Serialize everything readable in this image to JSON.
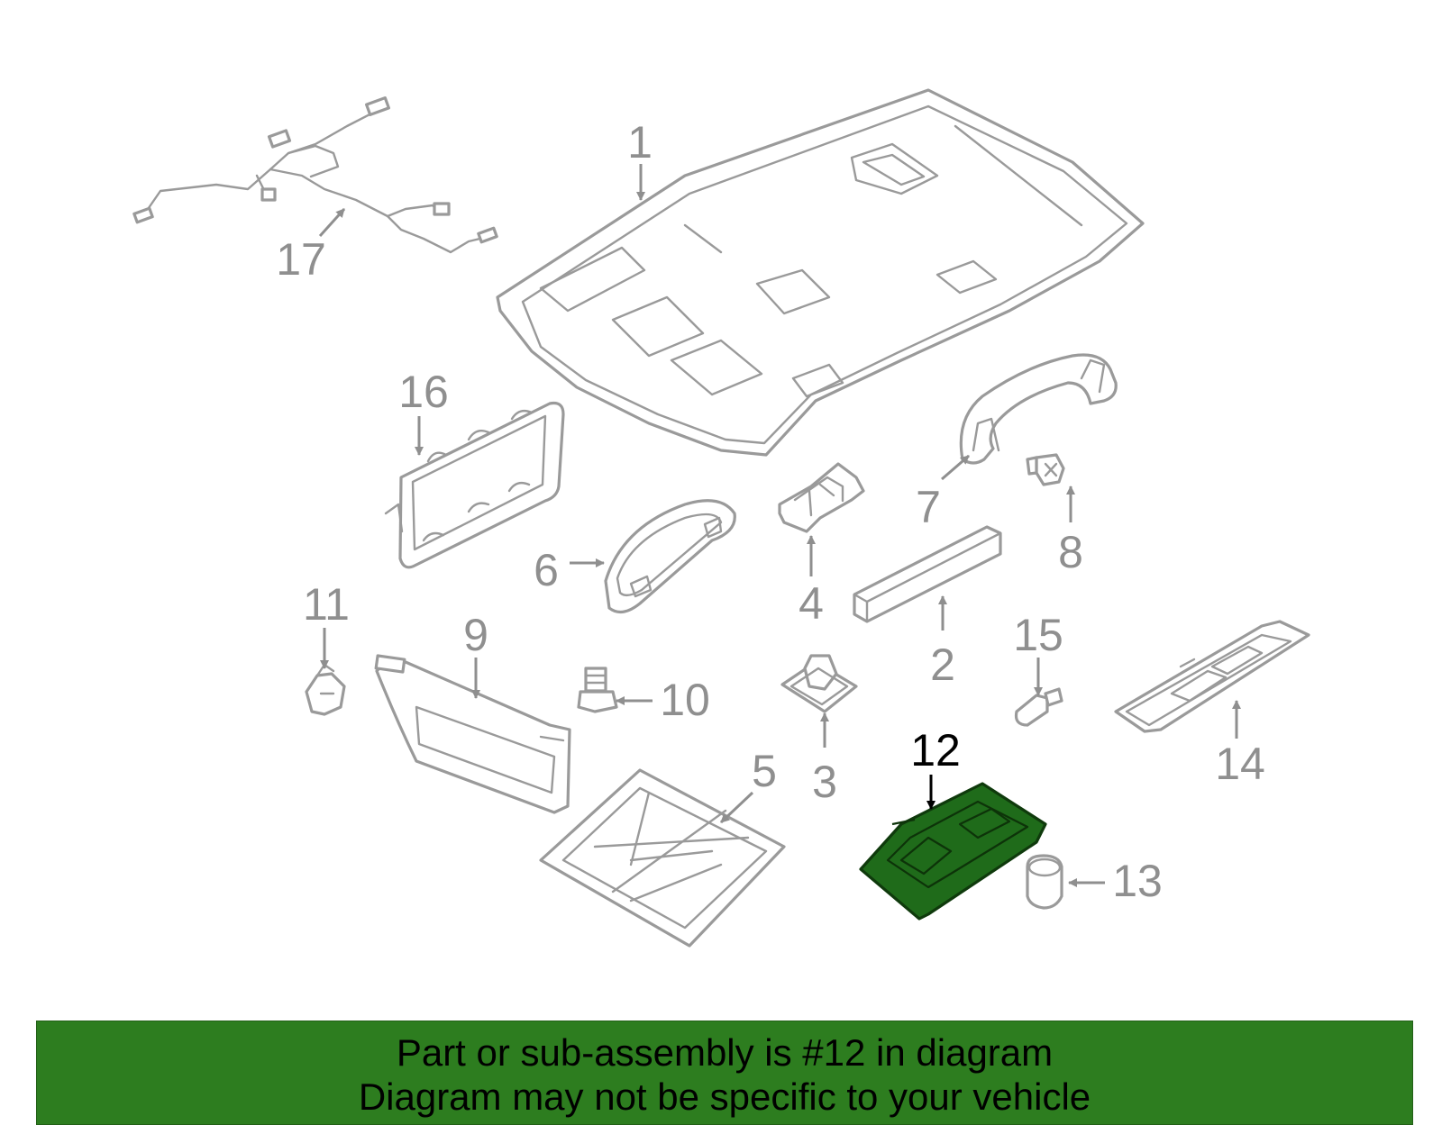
{
  "callouts": [
    {
      "id": "1",
      "label": "1"
    },
    {
      "id": "2",
      "label": "2"
    },
    {
      "id": "3",
      "label": "3"
    },
    {
      "id": "4",
      "label": "4"
    },
    {
      "id": "5",
      "label": "5"
    },
    {
      "id": "6",
      "label": "6"
    },
    {
      "id": "7",
      "label": "7"
    },
    {
      "id": "8",
      "label": "8"
    },
    {
      "id": "9",
      "label": "9"
    },
    {
      "id": "10",
      "label": "10"
    },
    {
      "id": "11",
      "label": "11"
    },
    {
      "id": "12",
      "label": "12",
      "highlighted": true
    },
    {
      "id": "13",
      "label": "13"
    },
    {
      "id": "14",
      "label": "14"
    },
    {
      "id": "15",
      "label": "15"
    },
    {
      "id": "16",
      "label": "16"
    },
    {
      "id": "17",
      "label": "17"
    }
  ],
  "highlight_color": "#2d7d1f",
  "part_outline_color": "#9a9a9a",
  "banner": {
    "line1": "Part or sub-assembly is #12 in diagram",
    "line2": "Diagram may not be specific to your vehicle"
  }
}
